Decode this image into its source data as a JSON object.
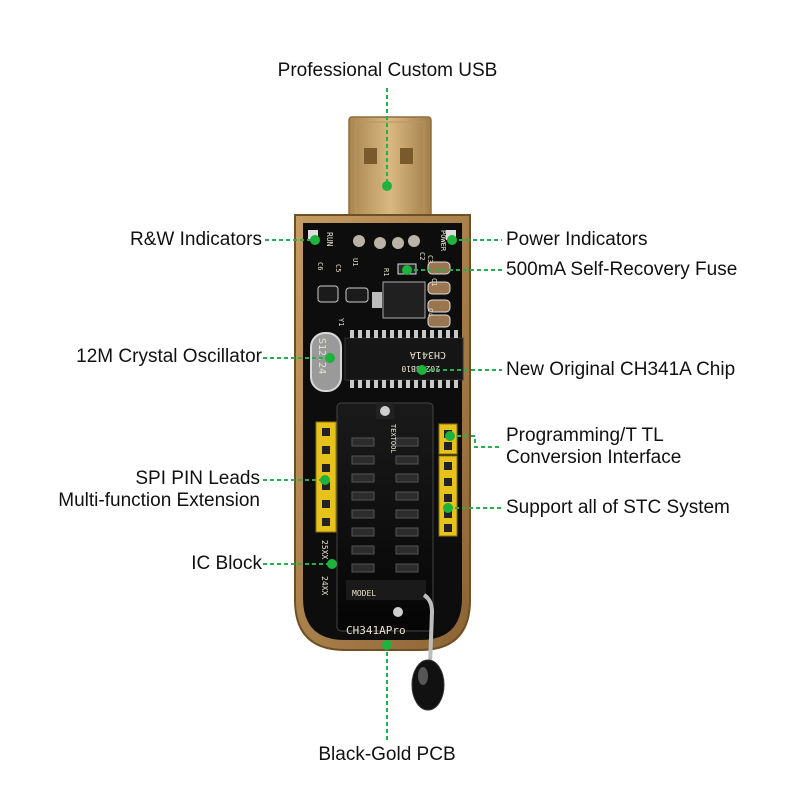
{
  "callouts": {
    "usb": "Professional Custom USB",
    "rw_indicators": "R&W Indicators",
    "power_indicators": "Power Indicators",
    "fuse": "500mA Self-Recovery Fuse",
    "crystal": "12M Crystal Oscillator",
    "chip": "New Original CH341A Chip",
    "programming_line1": "Programming/T TL",
    "programming_line2": "Conversion Interface",
    "spi_line1": "SPI PIN Leads",
    "spi_line2": "Multi-function Extension",
    "stc": "Support all of STC System",
    "ic_block": "IC Block",
    "pcb": "Black-Gold PCB"
  },
  "board_silkscreen": {
    "run": "RUN",
    "power": "POWER",
    "u1": "U1",
    "r1": "R1",
    "c2": "C2",
    "c3": "C3",
    "c1": "C1",
    "c4": "C4",
    "c6": "C6",
    "c5": "C5",
    "y1": "Y1",
    "crystal_mark": "S12.24",
    "chip_line1": "CH341A",
    "chip_line2": "20238B10",
    "socket_mark": "TEXTOOL",
    "socket_sub": "MODEL",
    "label_25xx": "25XX",
    "label_24xx": "24XX",
    "model": "CH341APro"
  },
  "colors": {
    "pcb_black": "#0d0d0d",
    "pcb_gold": "#b48a52",
    "usb_gold": "#c9a46a",
    "header_yellow": "#e6c21a",
    "callout_green": "#1db33d"
  }
}
